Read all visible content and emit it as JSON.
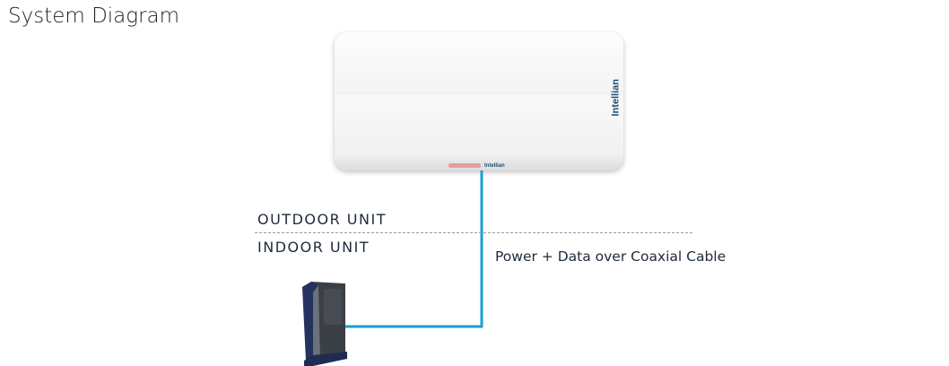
{
  "title": "System Diagram",
  "outdoor_label": "OUTDOOR UNIT",
  "indoor_label": "INDOOR UNIT",
  "cable_label": "Power + Data over Coaxial Cable",
  "antenna": {
    "brand": "Intellian"
  },
  "colors": {
    "cable": "#1a9fd0",
    "text": "#1f2a3a"
  }
}
